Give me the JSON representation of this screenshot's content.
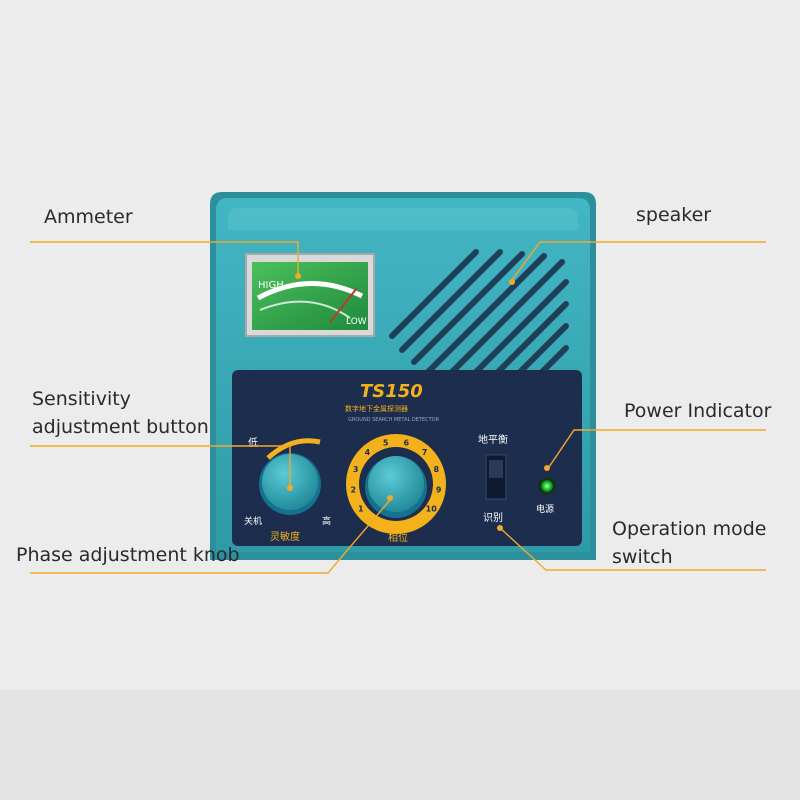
{
  "callouts": {
    "ammeter": "Ammeter",
    "speaker": "speaker",
    "sensitivity_line1": "Sensitivity",
    "sensitivity_line2": "adjustment button",
    "power_indicator": "Power Indicator",
    "phase_knob": "Phase adjustment knob",
    "operation_line1": "Operation mode",
    "operation_line2": "switch"
  },
  "device": {
    "meter_high": "HIGH",
    "meter_low": "LOW",
    "model": "TS150",
    "subtitle_cn": "数字地下金属探测器",
    "subtitle_en": "GROUND SEARCH METAL DETECTOR",
    "sens_low": "低",
    "sens_off": "关机",
    "sens_high": "高",
    "sens_label": "灵敏度",
    "phase_label": "相位",
    "switch_top": "地平衡",
    "switch_bottom": "识别",
    "power_label": "电源",
    "dial_numbers": [
      "1",
      "2",
      "3",
      "4",
      "5",
      "6",
      "7",
      "8",
      "9",
      "10"
    ]
  },
  "colors": {
    "body": "#3aa8b6",
    "panel": "#1d2d4e",
    "accent": "#f3b21b",
    "led": "#29d43b",
    "meter": "#2fa84c"
  }
}
